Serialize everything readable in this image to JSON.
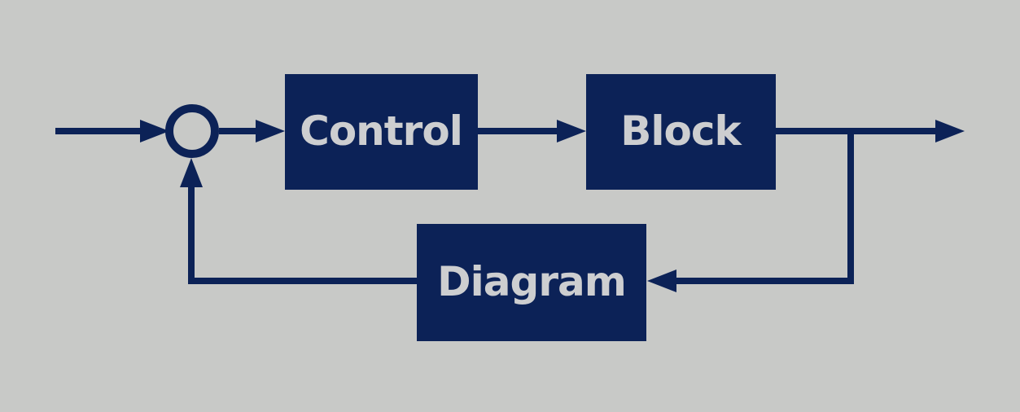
{
  "diagram": {
    "kind": "control-feedback-block-diagram",
    "colors": {
      "background": "#c8c9c7",
      "node_fill": "#0c2257",
      "wire": "#0c2257",
      "label_text": "#cdced0"
    },
    "nodes": {
      "summing_junction": {
        "shape": "open-circle",
        "label": ""
      },
      "control": {
        "shape": "rectangle",
        "label": "Control"
      },
      "block": {
        "shape": "rectangle",
        "label": "Block"
      },
      "diagram": {
        "shape": "rectangle",
        "label": "Diagram"
      }
    },
    "edges": [
      {
        "name": "input-arrow",
        "from": "external-input",
        "to": "summing-junction"
      },
      {
        "name": "sum-to-control-arrow",
        "from": "summing-junction",
        "to": "control"
      },
      {
        "name": "control-to-block-arrow",
        "from": "control",
        "to": "block"
      },
      {
        "name": "output-arrow",
        "from": "block",
        "to": "external-output"
      },
      {
        "name": "output-to-diagram-feedback-arrow",
        "from": "output-line",
        "to": "diagram"
      },
      {
        "name": "diagram-to-sum-feedback-arrow",
        "from": "diagram",
        "to": "summing-junction"
      }
    ]
  }
}
